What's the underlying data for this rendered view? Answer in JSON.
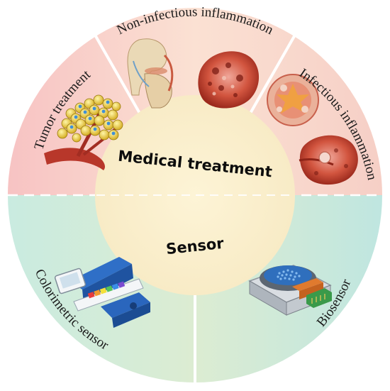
{
  "center": {
    "top_label": "Medical treatment",
    "bottom_label": "Sensor"
  },
  "segments": {
    "tumor": "Tumor treatment",
    "non_infectious": "Non-infectious inflammation",
    "infectious": "Infectious inflammation",
    "colorimetric": "Colorimetric sensor",
    "biosensor": "Biosensor"
  },
  "colors": {
    "top_half": "#f6cfc6",
    "bottom_half": "#cde8d6",
    "center_disc": "#fbf1cf",
    "divider": "#ffffff"
  }
}
